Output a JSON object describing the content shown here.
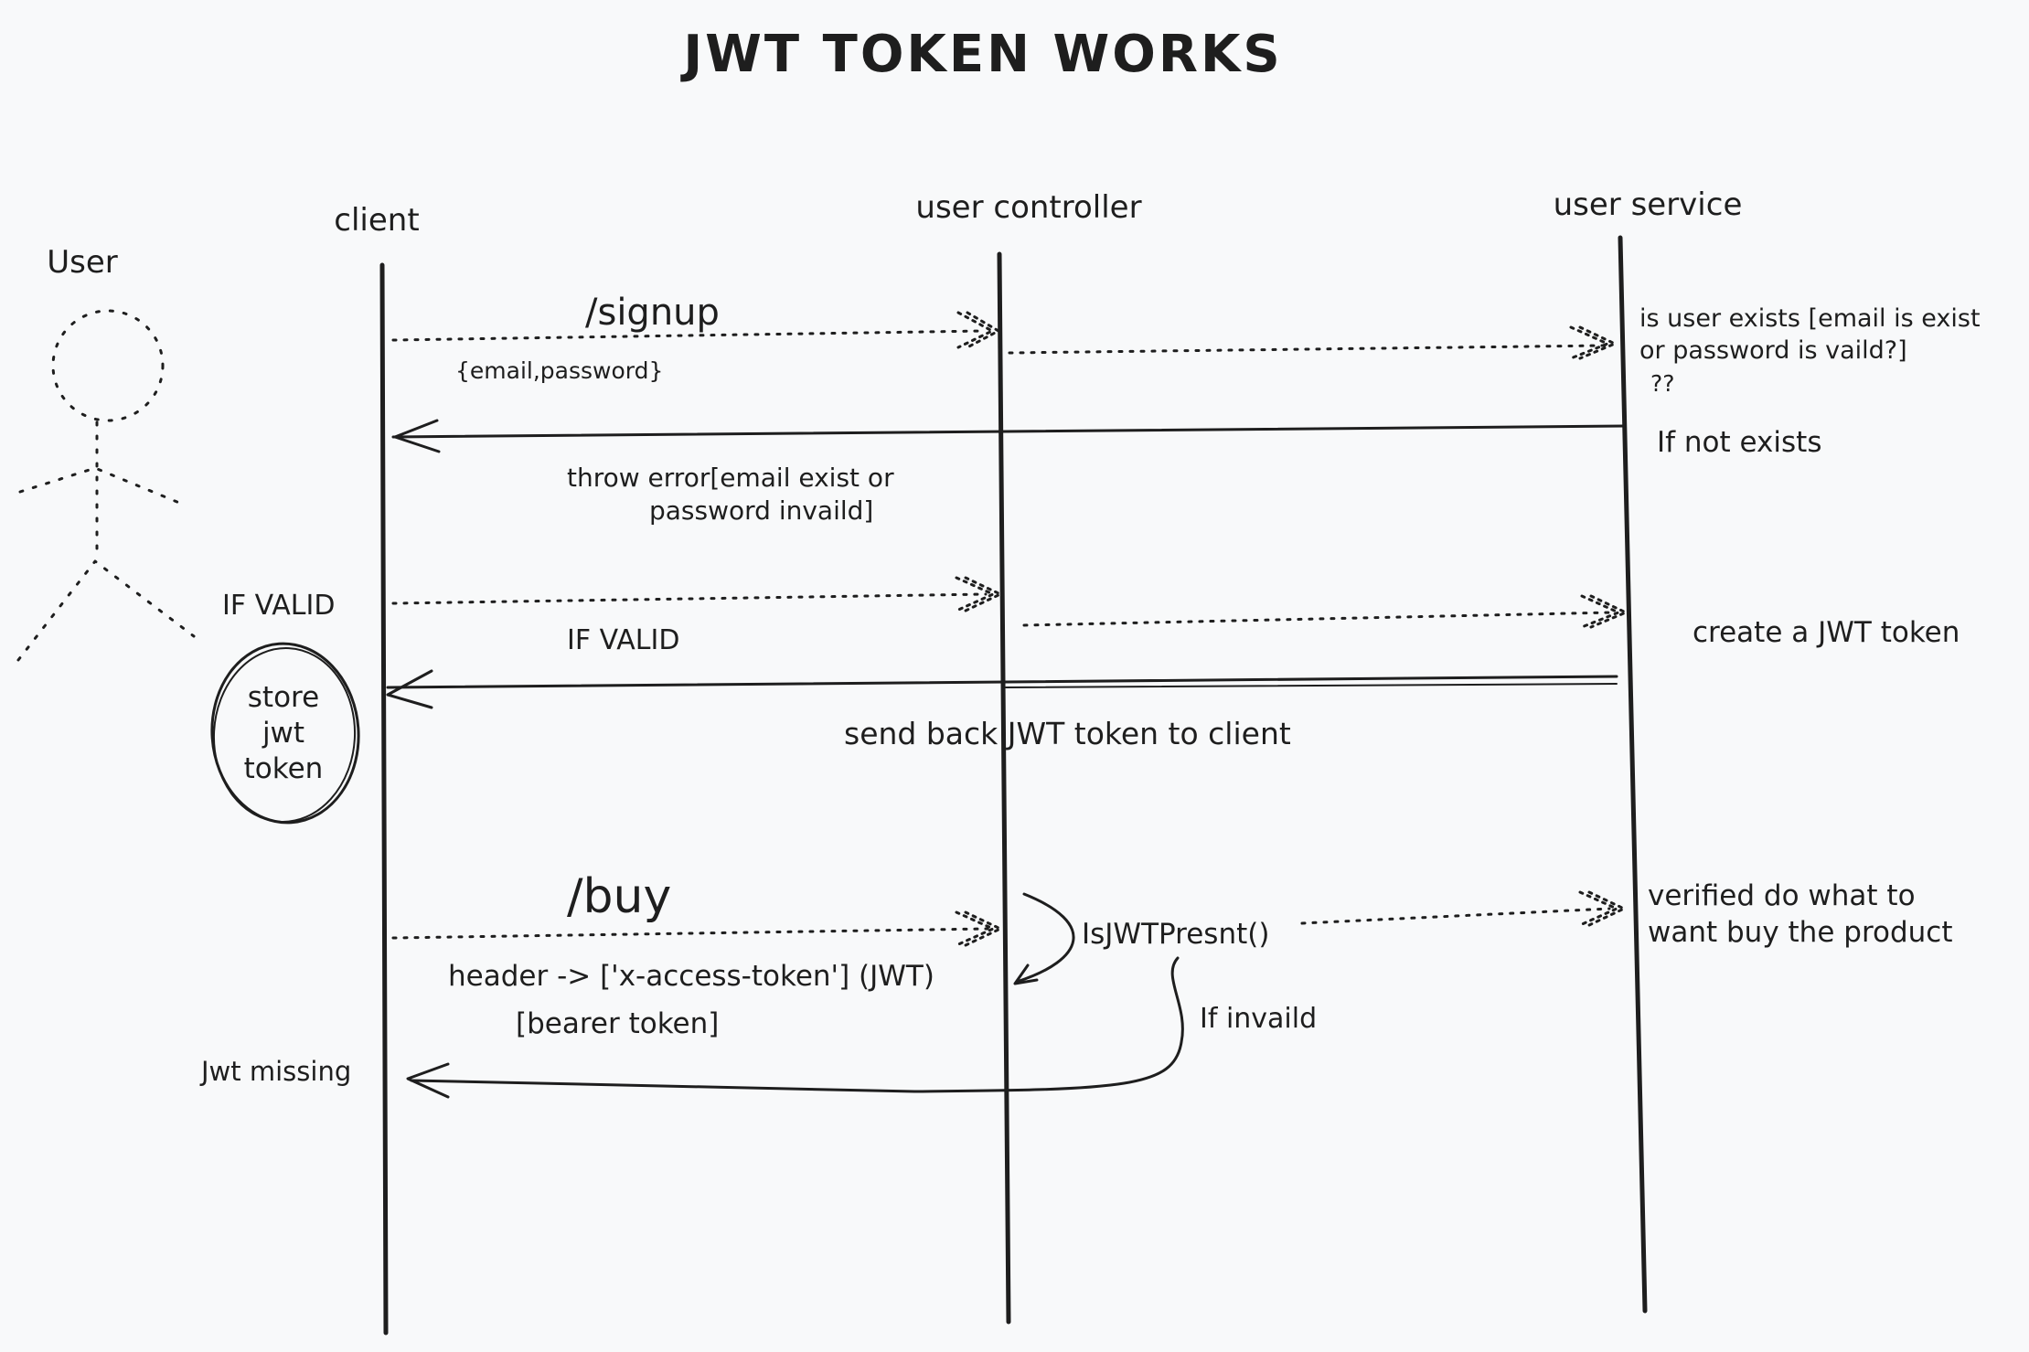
{
  "title": "JWT TOKEN WORKS",
  "actors": {
    "user": "User",
    "client": "client",
    "controller": "user controller",
    "service": "user service"
  },
  "signup": {
    "label": "/signup",
    "payload": "{email,password}",
    "service_check": [
      "is user exists [email is exist",
      "or password is vaild?]",
      "??"
    ],
    "not_exists": "If not exists",
    "error": [
      "throw error[email exist or",
      "password invaild]"
    ]
  },
  "valid": {
    "client_label": "IF VALID",
    "return_label": "IF VALID",
    "create": "create a JWT token",
    "send_back": "send back JWT token to client",
    "store": [
      "store",
      "jwt",
      "token"
    ]
  },
  "buy": {
    "label": "/buy",
    "header": "header -> ['x-access-token'] (JWT)",
    "bearer": "[bearer token]",
    "check": "IsJWTPresnt()",
    "verified": [
      "verified do what to",
      "want buy the product"
    ],
    "invalid": "If invaild",
    "missing": "Jwt missing"
  }
}
